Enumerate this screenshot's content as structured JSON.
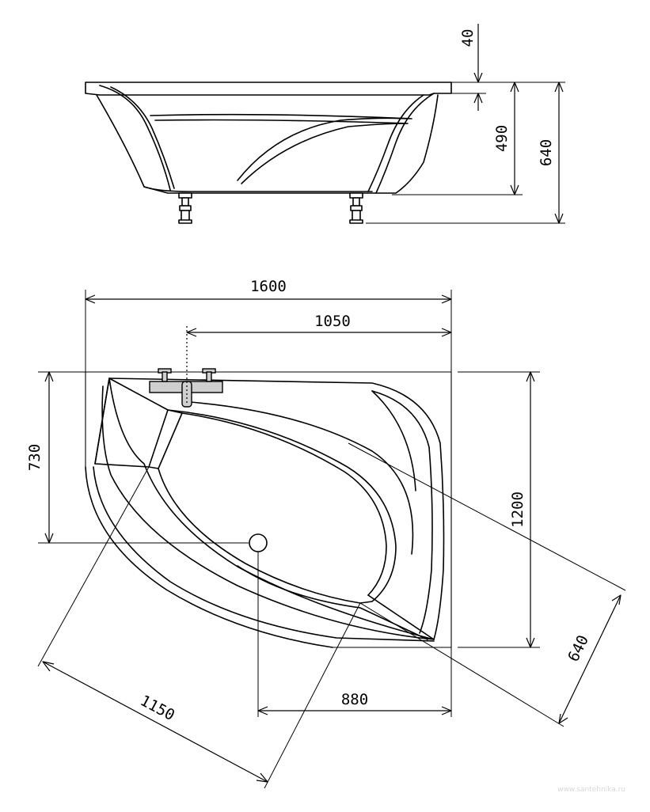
{
  "dimensions": {
    "rim_thickness": "40",
    "tub_depth": "490",
    "total_height": "640",
    "overall_length": "1600",
    "mixer_offset": "1050",
    "drain_from_top": "730",
    "overall_width": "1200",
    "inner_width": "640",
    "drain_to_right": "880",
    "diagonal_length": "1150"
  },
  "watermark": "www.santehnika.ru"
}
